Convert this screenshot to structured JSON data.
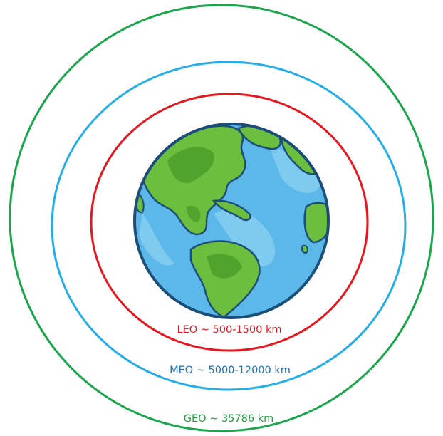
{
  "orbits": {
    "leo": {
      "label": "LEO ~ 500-1500 km",
      "color": "#e8161f"
    },
    "meo": {
      "label": "MEO ~ 5000-12000 km",
      "color": "#1f6fb5",
      "ring_color": "#23aee8"
    },
    "geo": {
      "label": "GEO ~ 35786 km",
      "color": "#1e9e3c",
      "ring_color": "#1aa64a"
    }
  },
  "earth": {
    "ocean_color": "#5bb8e8",
    "ocean_light_color": "#8fd3f4",
    "land_color": "#6cbf3e",
    "land_dark_color": "#4a9e2a",
    "outline_color": "#1d4e7a"
  }
}
